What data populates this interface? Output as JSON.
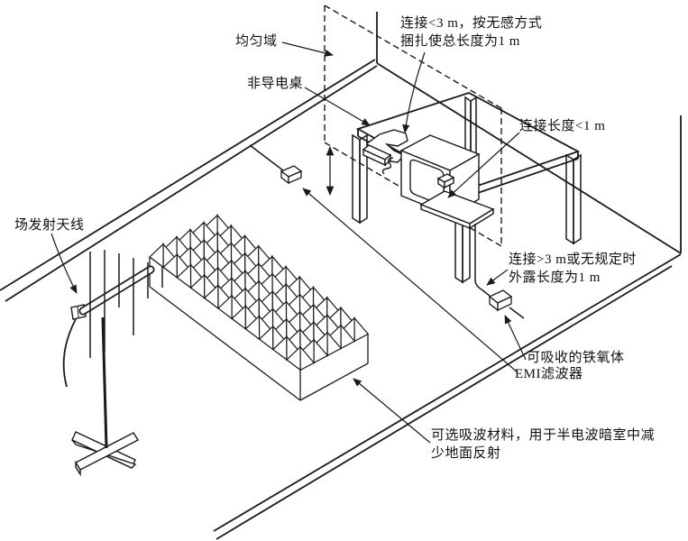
{
  "diagram": {
    "type": "emc-immunity-test-setup-line-drawing",
    "labels": {
      "uniform_area": "均匀域",
      "non_conductive_table": "非导电桌",
      "connection_under_3m_line1": "连接<3 m，按无感方式",
      "connection_under_3m_line2": "捆扎使总长度为1 m",
      "connection_length_under_1m": "连接长度<1 m",
      "connection_over_3m_line1": "连接>3 m或无规定时",
      "connection_over_3m_line2": "外露长度为1 m",
      "ferrite_filter_line1": "可吸收的铁氧体",
      "ferrite_filter_line2": "EMI滤波器",
      "field_antenna": "场发射天线",
      "absorber_line1": "可选吸波材料，用于半电波暗室中减",
      "absorber_line2": "少地面反射"
    },
    "colors": {
      "line": "#1a1a1a",
      "background": "#ffffff"
    }
  }
}
